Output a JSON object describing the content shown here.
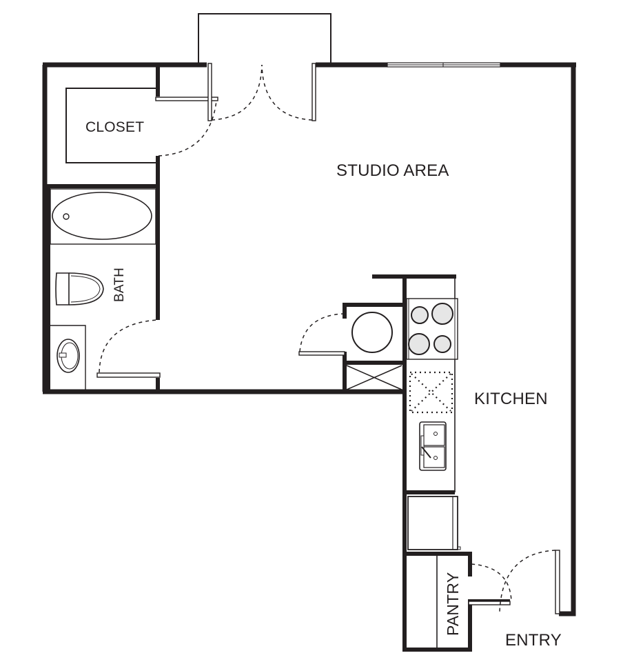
{
  "title": "Studio Floor Plan",
  "colors": {
    "wall": "#231f20",
    "background": "#ffffff",
    "fixture_fill": "#ffffff",
    "burner_fill": "#e6e6e6"
  },
  "rooms": {
    "closet": {
      "label": "CLOSET"
    },
    "studio": {
      "label": "STUDIO AREA"
    },
    "bath": {
      "label": "BATH"
    },
    "kitchen": {
      "label": "KITCHEN"
    },
    "pantry": {
      "label": "PANTRY"
    },
    "entry": {
      "label": "ENTRY"
    }
  },
  "fixtures": [
    {
      "name": "bathtub",
      "room": "bath"
    },
    {
      "name": "toilet",
      "room": "bath"
    },
    {
      "name": "sink-vanity",
      "room": "bath"
    },
    {
      "name": "water-heater",
      "room": "utility"
    },
    {
      "name": "hvac-unit",
      "room": "utility"
    },
    {
      "name": "cooktop-4-burner",
      "room": "kitchen"
    },
    {
      "name": "dishwasher",
      "room": "kitchen"
    },
    {
      "name": "double-sink",
      "room": "kitchen"
    },
    {
      "name": "refrigerator",
      "room": "kitchen"
    },
    {
      "name": "sliding-window",
      "room": "studio"
    },
    {
      "name": "balcony",
      "room": "studio"
    }
  ],
  "doors": [
    {
      "name": "closet-door"
    },
    {
      "name": "balcony-double-door"
    },
    {
      "name": "bath-door"
    },
    {
      "name": "utility-closet-door"
    },
    {
      "name": "pantry-door"
    },
    {
      "name": "entry-door"
    }
  ]
}
